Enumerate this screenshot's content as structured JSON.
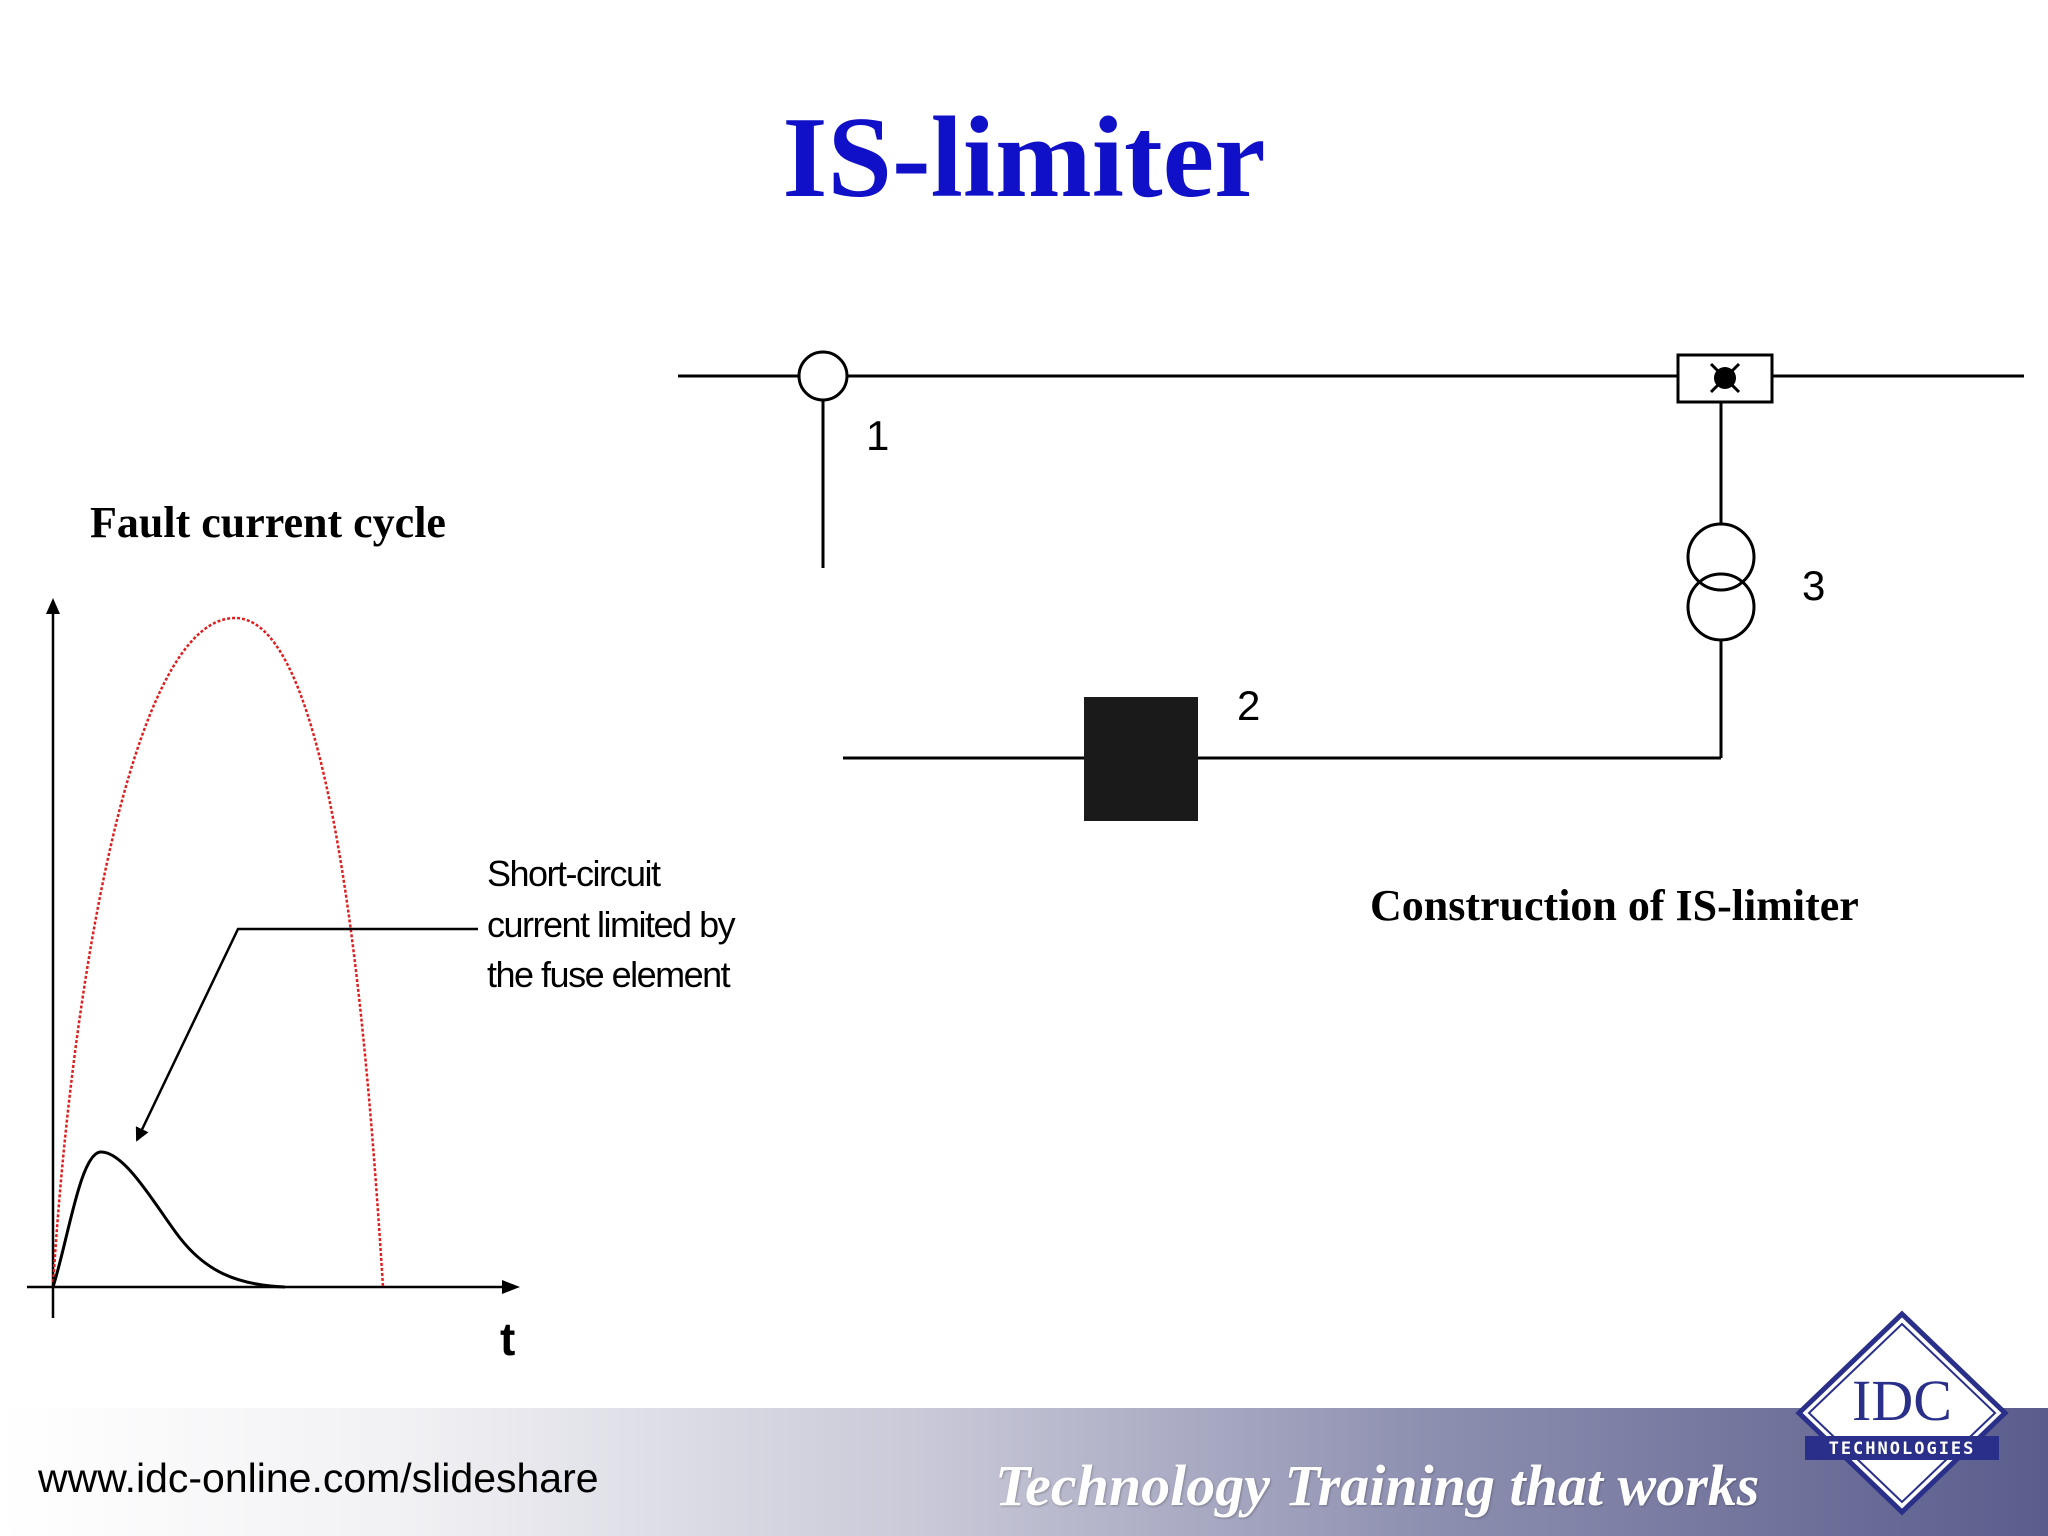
{
  "slide": {
    "title": "IS-limiter",
    "title_color": "#1010c8"
  },
  "fault_chart": {
    "caption": "Fault current cycle",
    "annotation": [
      "Short-circuit",
      "current limited by",
      "the fuse element"
    ],
    "x_axis_label": "t",
    "prospective_curve_color": "#e02020",
    "limited_curve_color": "#000000"
  },
  "construction": {
    "caption": "Construction of IS-limiter",
    "labels": {
      "item1": "1",
      "item2": "2",
      "item3": "3"
    }
  },
  "footer": {
    "url": "www.idc-online.com/slideshare",
    "tagline": "Technology Training that works"
  },
  "logo": {
    "name": "IDC",
    "subtitle": "TECHNOLOGIES",
    "color": "#2a2f8a"
  }
}
